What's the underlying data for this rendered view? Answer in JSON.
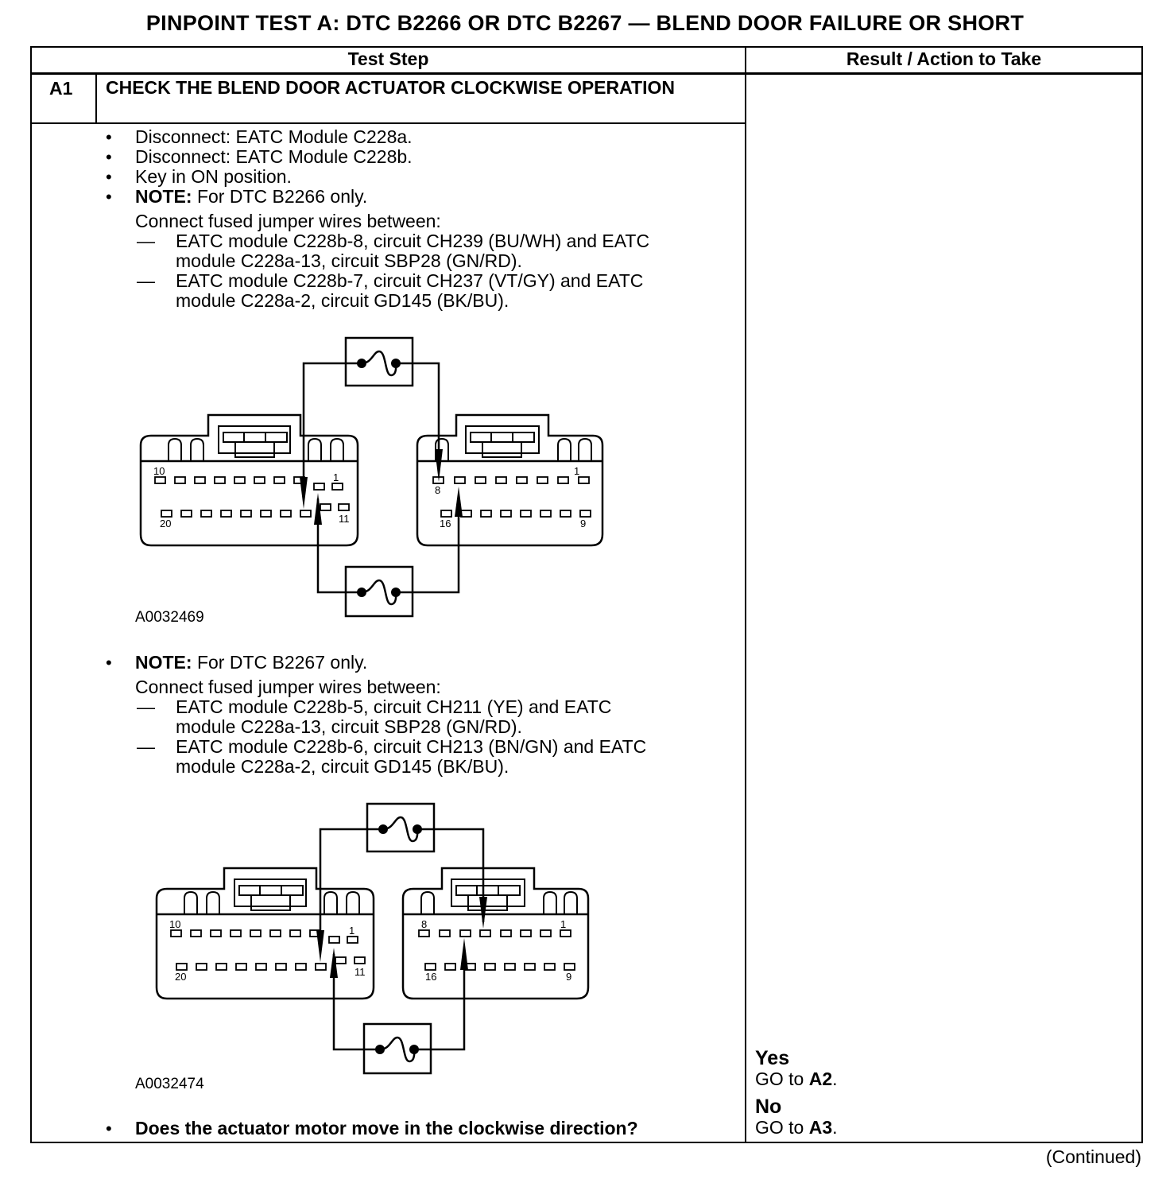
{
  "title": "PINPOINT TEST  A: DTC B2266 OR DTC B2267 — BLEND DOOR FAILURE OR SHORT",
  "headers": {
    "test_step": "Test Step",
    "result": "Result / Action to Take"
  },
  "step": {
    "id": "A1",
    "title": "CHECK THE BLEND DOOR ACTUATOR CLOCKWISE OPERATION",
    "instructions": [
      "Disconnect: EATC Module C228a.",
      "Disconnect: EATC Module C228b.",
      "Key in ON position."
    ],
    "note1": {
      "label": "NOTE:",
      "text": " For DTC B2266 only.",
      "connect": "Connect fused jumper wires between:",
      "items": [
        {
          "line1": "EATC module C228b-8, circuit CH239 (BU/WH) and EATC",
          "line2": "module C228a-13, circuit SBP28 (GN/RD)."
        },
        {
          "line1": "EATC module C228b-7, circuit CH237 (VT/GY) and EATC",
          "line2": "module C228a-2, circuit GD145 (BK/BU)."
        }
      ],
      "figure_id": "A0032469",
      "pins": {
        "left_top_left": "10",
        "left_top_right": "1",
        "left_bot_left": "20",
        "left_bot_right": "11",
        "right_top_left": "8",
        "right_top_right": "1",
        "right_bot_left": "16",
        "right_bot_right": "9"
      }
    },
    "note2": {
      "label": "NOTE:",
      "text": " For DTC B2267 only.",
      "connect": "Connect fused jumper wires between:",
      "items": [
        {
          "line1": "EATC module C228b-5, circuit CH211 (YE) and EATC",
          "line2": "module C228a-13, circuit SBP28 (GN/RD)."
        },
        {
          "line1": "EATC module C228b-6, circuit CH213 (BN/GN) and EATC",
          "line2": "module C228a-2, circuit GD145 (BK/BU)."
        }
      ],
      "figure_id": "A0032474",
      "pins": {
        "left_top_left": "10",
        "left_top_right": "1",
        "left_bot_left": "20",
        "left_bot_right": "11",
        "right_top_left": "8",
        "right_top_right": "1",
        "right_bot_left": "16",
        "right_bot_right": "9"
      }
    },
    "question": "Does the actuator motor move in the clockwise direction?"
  },
  "results": {
    "yes_label": "Yes",
    "yes_action": "GO to ",
    "yes_target": "A2",
    "yes_end": ".",
    "no_label": "No",
    "no_action": "GO to ",
    "no_target": "A3",
    "no_end": "."
  },
  "continued": "(Continued)"
}
